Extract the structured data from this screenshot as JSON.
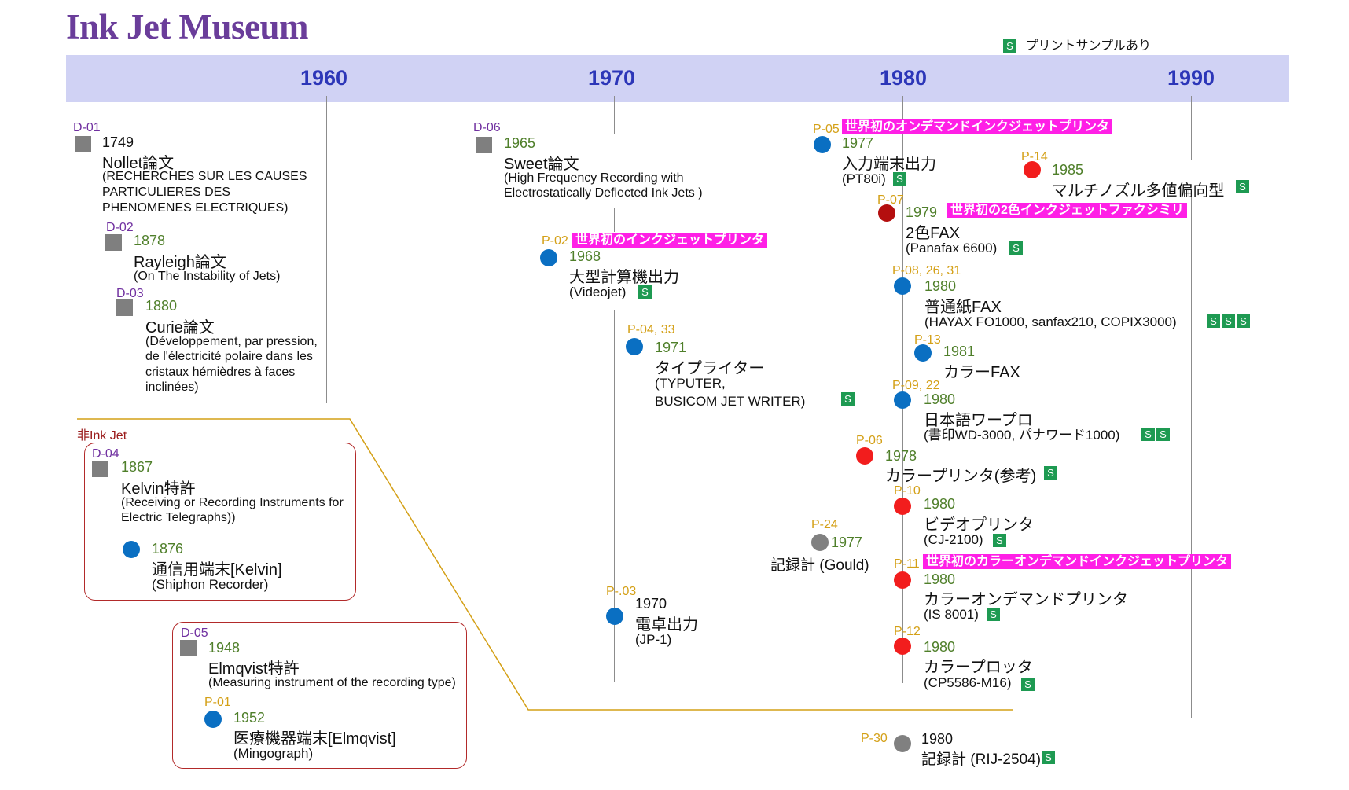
{
  "title": "Ink Jet Museum",
  "legend": {
    "badge": "S",
    "text": "プリントサンプルあり"
  },
  "decades": [
    "1960",
    "1970",
    "1980",
    "1990"
  ],
  "non_inkjet_label": "非Ink Jet",
  "colors": {
    "title": "#6a3d9a",
    "band": "#d0d2f4",
    "decade": "#2c36b8",
    "code_d": "#7030a0",
    "code_p": "#d4a017",
    "year": "#4f7f2a",
    "sample": "#1e9a52",
    "first_badge": "#ff1fe6",
    "ink_dot_blue": "#0a6fc2",
    "ink_dot_red": "#f21d1d",
    "connector": "#d4a017",
    "box_border": "#b22a2a"
  },
  "items": {
    "d01": {
      "code": "D-01",
      "year": "1749",
      "name": "Nollet論文",
      "desc": [
        "(RECHERCHES SUR LES CAUSES",
        "PARTICULIERES DES",
        "PHENOMENES ELECTRIQUES)"
      ]
    },
    "d02": {
      "code": "D-02",
      "year": "1878",
      "name": "Rayleigh論文",
      "desc": [
        "(On The Instability of Jets)"
      ]
    },
    "d03": {
      "code": "D-03",
      "year": "1880",
      "name": "Curie論文",
      "desc": [
        "(Développement, par pression,",
        "de l'électricité polaire dans les",
        "cristaux hémièdres à faces",
        "inclinées)"
      ]
    },
    "d04": {
      "code": "D-04",
      "year": "1867",
      "name": "Kelvin特許",
      "desc": [
        "(Receiving or Recording Instruments for",
        "Electric Telegraphs))"
      ]
    },
    "kelvin_terminal": {
      "year": "1876",
      "name": "通信用端末[Kelvin]",
      "desc": [
        "(Shiphon Recorder)"
      ]
    },
    "d05": {
      "code": "D-05",
      "year": "1948",
      "name": "Elmqvist特許",
      "desc": [
        "(Measuring instrument of the recording type)"
      ]
    },
    "p01": {
      "code": "P-01",
      "year": "1952",
      "name": "医療機器端末[Elmqvist]",
      "desc": [
        "(Mingograph)"
      ]
    },
    "d06": {
      "code": "D-06",
      "year": "1965",
      "name": "Sweet論文",
      "desc": [
        "(High Frequency Recording with",
        "Electrostatically Deflected Ink Jets )"
      ]
    },
    "p02": {
      "code": "P-02",
      "badge": "世界初のインクジェットプリンタ",
      "year": "1968",
      "name": "大型計算機出力",
      "desc": [
        "(Videojet)"
      ],
      "samples": 1
    },
    "p0433": {
      "code": "P-04, 33",
      "year": "1971",
      "name": "タイプライター",
      "desc": [
        "(TYPUTER,",
        "BUSICOM JET WRITER)"
      ],
      "samples": 1
    },
    "p03": {
      "code": "P-.03",
      "year": "1970",
      "name": "電卓出力",
      "desc": [
        "(JP-1)"
      ]
    },
    "p05": {
      "code": "P-05",
      "badge": "世界初のオンデマンドインクジェットプリンタ",
      "year": "1977",
      "name": "入力端末出力",
      "desc": [
        "(PT80i)"
      ],
      "samples": 1
    },
    "p14": {
      "code": "P-14",
      "year": "1985",
      "name": "マルチノズル多値偏向型",
      "samples": 1
    },
    "p07": {
      "code": "P-07",
      "badge": "世界初の2色インクジェットファクシミリ",
      "year": "1979",
      "name": "2色FAX",
      "desc": [
        "(Panafax 6600)"
      ],
      "samples": 1
    },
    "p082631": {
      "code": "P-08, 26, 31",
      "year": "1980",
      "name": "普通紙FAX",
      "desc": [
        "(HAYAX FO1000, sanfax210, COPIX3000)"
      ],
      "samples": 3
    },
    "p13": {
      "code": "P-13",
      "year": "1981",
      "name": "カラーFAX"
    },
    "p0922": {
      "code": "P-09, 22",
      "year": "1980",
      "name": "日本語ワープロ",
      "desc": [
        "(書印WD-3000, パナワード1000)"
      ],
      "samples": 2
    },
    "p06": {
      "code": "P-06",
      "year": "1978",
      "name": "カラープリンタ(参考)",
      "samples": 1
    },
    "p10": {
      "code": "P-10",
      "year": "1980",
      "name": "ビデオプリンタ",
      "desc": [
        "(CJ-2100)"
      ],
      "samples": 1
    },
    "p24": {
      "code": "P-24",
      "year": "1977",
      "name": "記録計 (Gould)"
    },
    "p11": {
      "code": "P-11",
      "badge": "世界初のカラーオンデマンドインクジェットプリンタ",
      "year": "1980",
      "name": "カラーオンデマンドプリンタ",
      "desc": [
        "(IS 8001)"
      ],
      "samples": 1
    },
    "p12": {
      "code": "P-12",
      "year": "1980",
      "name": "カラープロッタ",
      "desc": [
        "(CP5586-M16)"
      ],
      "samples": 1
    },
    "p30": {
      "code": "P-30",
      "year": "1980",
      "name": "記録計 (RIJ-2504)",
      "samples": 1
    }
  }
}
